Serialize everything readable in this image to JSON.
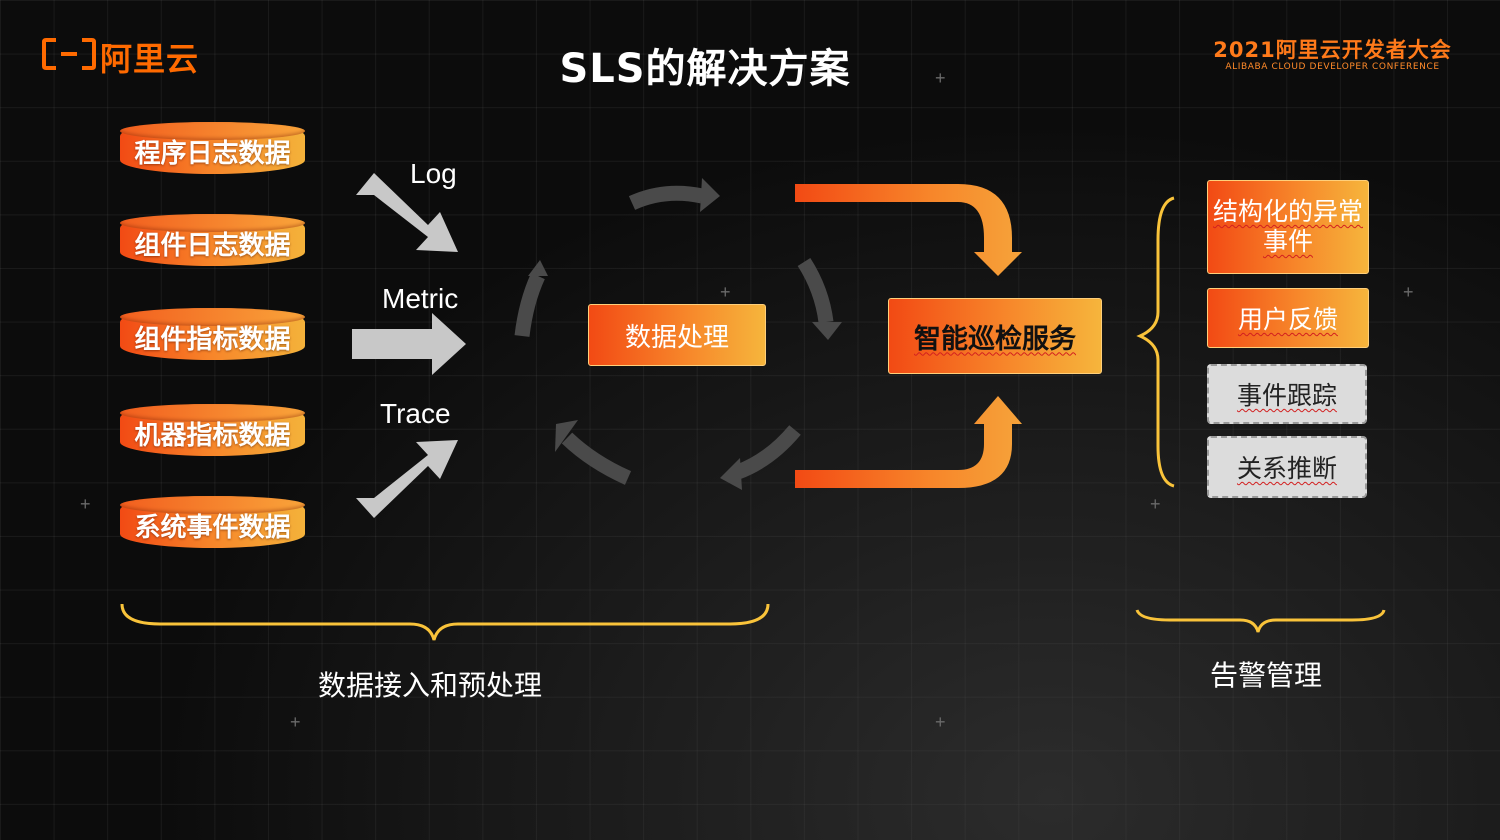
{
  "logo": {
    "icon": "alibaba-cloud-logo-icon",
    "text": "阿里云"
  },
  "page": {
    "title": "SLS的解决方案"
  },
  "conference": {
    "title": "2021阿里云开发者大会",
    "subtitle": "ALIBABA CLOUD DEVELOPER CONFERENCE"
  },
  "data_sources": [
    {
      "label": "程序日志数据"
    },
    {
      "label": "组件日志数据"
    },
    {
      "label": "组件指标数据"
    },
    {
      "label": "机器指标数据"
    },
    {
      "label": "系统事件数据"
    }
  ],
  "flows": {
    "log": "Log",
    "metric": "Metric",
    "trace": "Trace"
  },
  "processing": {
    "label": "数据处理"
  },
  "inspection": {
    "label": "智能巡检服务"
  },
  "outputs": [
    {
      "label": "结构化的异常事件",
      "style": "orange"
    },
    {
      "label": "用户反馈",
      "style": "orange"
    },
    {
      "label": "事件跟踪",
      "style": "grey"
    },
    {
      "label": "关系推断",
      "style": "grey"
    }
  ],
  "sections": {
    "ingest": "数据接入和预处理",
    "alerting": "告警管理"
  },
  "colors": {
    "orange": "#f7862a",
    "orange_dark": "#f24a14",
    "yellow": "#f6b53c",
    "brace": "#f9c33a",
    "grey_arrow": "#c8c8c8",
    "background": "#0c0c0c"
  }
}
